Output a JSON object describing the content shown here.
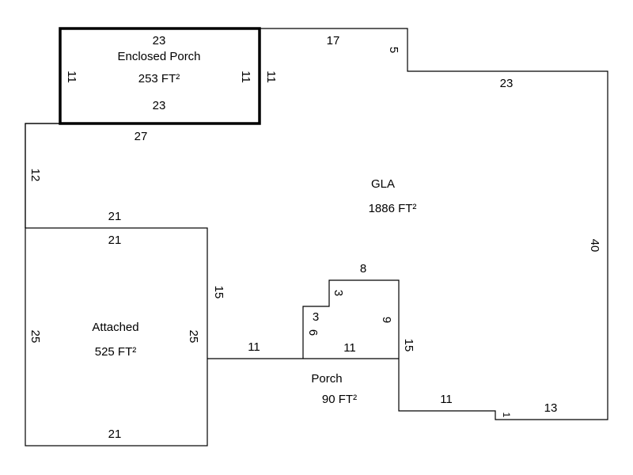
{
  "areas": {
    "enclosed_porch": {
      "name": "Enclosed Porch",
      "area": "253 FT²",
      "dims": {
        "top": "23",
        "bottom": "23",
        "left": "11",
        "right_inner": "11",
        "right_outer": "11"
      }
    },
    "gla": {
      "name": "GLA",
      "area": "1886 FT²",
      "dims": {
        "top": "17",
        "step": "5",
        "upper_right": "23",
        "right": "40",
        "bottom_right": "13",
        "notch": "1",
        "bottom_mid": "11",
        "porch_side": "15",
        "left_upper": "12",
        "top_left": "27",
        "above_attached": "21",
        "attached_side": "15",
        "porch_top": "11",
        "box_top": "8",
        "box_step_v": "3",
        "box_step_h": "3",
        "box_left": "6",
        "box_right": "9"
      }
    },
    "attached": {
      "name": "Attached",
      "area": "525 FT²",
      "dims": {
        "top": "21",
        "bottom": "21",
        "left": "25",
        "right": "25"
      }
    },
    "porch": {
      "name": "Porch",
      "area": "90 FT²",
      "dims": {
        "top": "11"
      }
    }
  }
}
